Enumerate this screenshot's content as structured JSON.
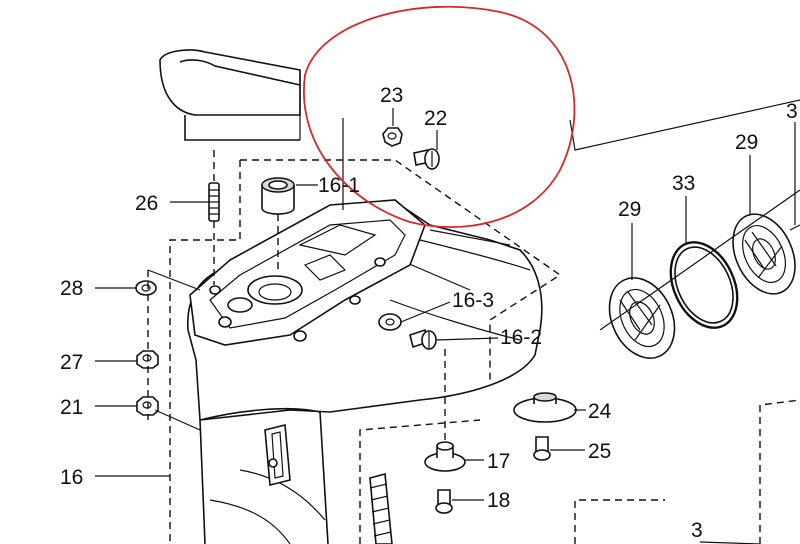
{
  "callouts": {
    "c23": "23",
    "c22": "22",
    "c16_1": "16-1",
    "c26": "26",
    "c28": "28",
    "c27": "27",
    "c21": "21",
    "c16": "16",
    "c16_3": "16-3",
    "c16_2": "16-2",
    "c17": "17",
    "c18": "18",
    "c24": "24",
    "c25": "25",
    "c29a": "29",
    "c29b": "29",
    "c33": "33",
    "c3": "3",
    "c3_top": "3"
  },
  "colors": {
    "linework": "#111111",
    "highlight_circle": "#d42a2a",
    "background": "#ffffff"
  }
}
